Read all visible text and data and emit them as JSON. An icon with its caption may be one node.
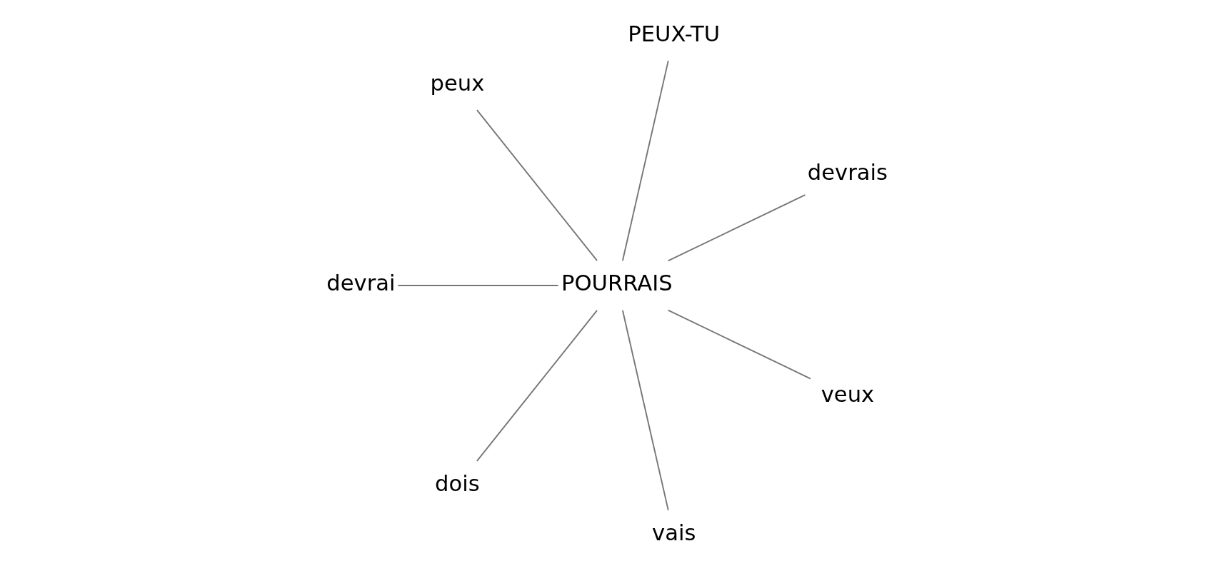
{
  "diagram": {
    "nodes": [
      {
        "text": [
          "devrais"
        ]
      },
      {
        "text": [
          "PEUX-TU"
        ]
      },
      {
        "text": [
          "peux"
        ]
      },
      {
        "text": [
          "devrai"
        ]
      },
      {
        "text": [
          "POURRAIS"
        ]
      },
      {
        "text": [
          "dois"
        ]
      },
      {
        "text": [
          "vais"
        ]
      },
      {
        "text": [
          "veux"
        ]
      }
    ],
    "edges": [
      {
        "from": 4,
        "to": 0,
        "arrow": "none"
      },
      {
        "from": 4,
        "to": 1,
        "arrow": "none"
      },
      {
        "from": 4,
        "to": 2,
        "arrow": "none"
      },
      {
        "from": 4,
        "to": 3,
        "arrow": "none"
      },
      {
        "from": 4,
        "to": 5,
        "arrow": "none"
      },
      {
        "from": 4,
        "to": 6,
        "arrow": "none"
      },
      {
        "from": 4,
        "to": 7,
        "arrow": "none"
      }
    ]
  }
}
